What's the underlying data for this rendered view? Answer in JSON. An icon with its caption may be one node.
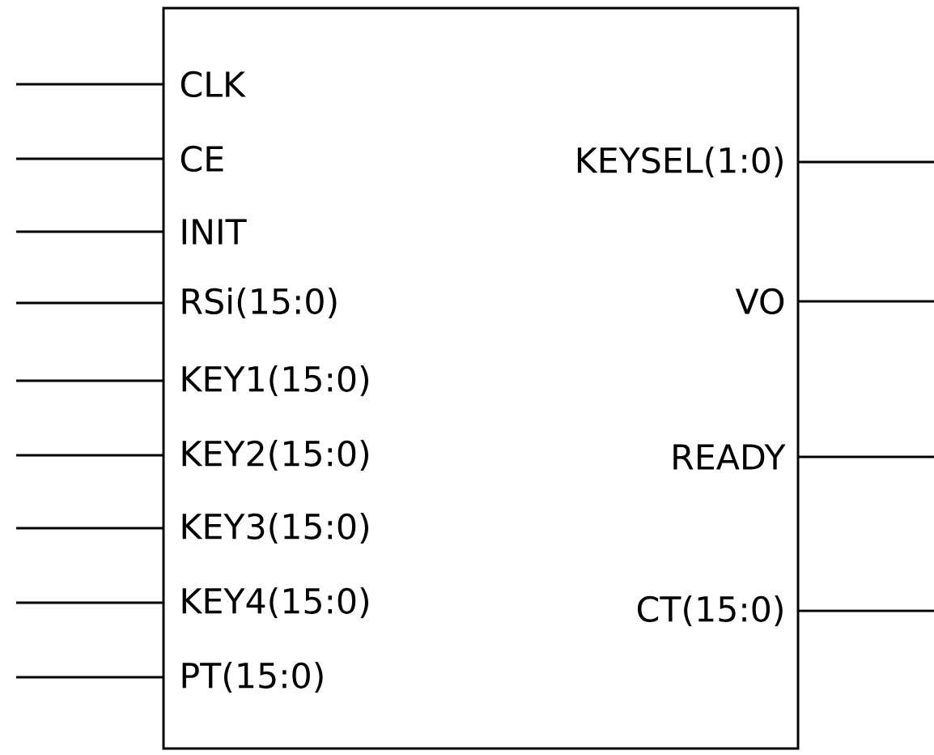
{
  "diagram": {
    "nodes": [
      {
        "text": [],
        "shape": "box"
      }
    ],
    "labels": [
      "CLK",
      "CE",
      "KEYSEL(1:0)",
      "INIT",
      "RSi(15:0)",
      "VO",
      "KEY1(15:0)",
      "KEY2(15:0)",
      "READY",
      "KEY3(15:0)",
      "KEY4(15:0)",
      "CT(15:0)",
      "PT(15:0)"
    ]
  }
}
